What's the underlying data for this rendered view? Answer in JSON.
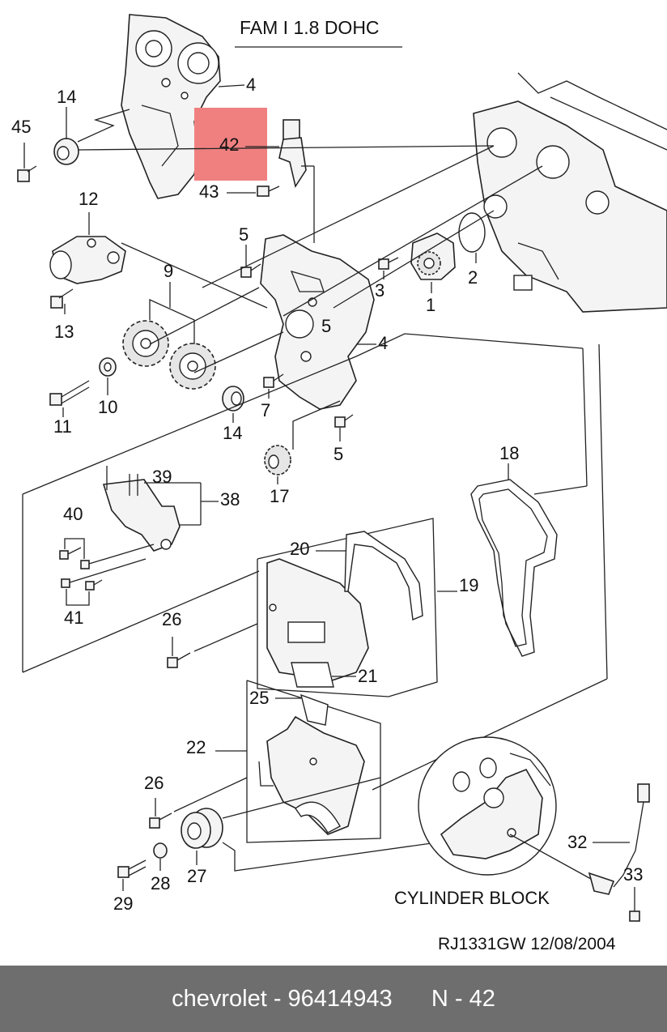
{
  "title": "FAM I  1.8 DOHC",
  "highlight_label": "42",
  "highlight_color": "#f08080",
  "caption_block": "CYLINDER BLOCK",
  "reference": "RJ1331GW  12/08/2004",
  "footer": {
    "brand": "chevrolet",
    "separator": "-",
    "part_number": "96414943",
    "position": "N - 42"
  },
  "callouts": {
    "c45": "45",
    "c14a": "14",
    "c4a": "4",
    "c43": "43",
    "c12": "12",
    "c5a": "5",
    "c9": "9",
    "c3": "3",
    "c2": "2",
    "c1": "1",
    "c13": "13",
    "c5b": "5",
    "c4b": "4",
    "c10": "10",
    "c11": "11",
    "c14b": "14",
    "c7": "7",
    "c5c": "5",
    "c17": "17",
    "c18": "18",
    "c39": "39",
    "c38": "38",
    "c40": "40",
    "c41": "41",
    "c20": "20",
    "c19": "19",
    "c26a": "26",
    "c21": "21",
    "c25": "25",
    "c22": "22",
    "c26b": "26",
    "c32": "32",
    "c33": "33",
    "c29": "29",
    "c28": "28",
    "c27": "27"
  }
}
